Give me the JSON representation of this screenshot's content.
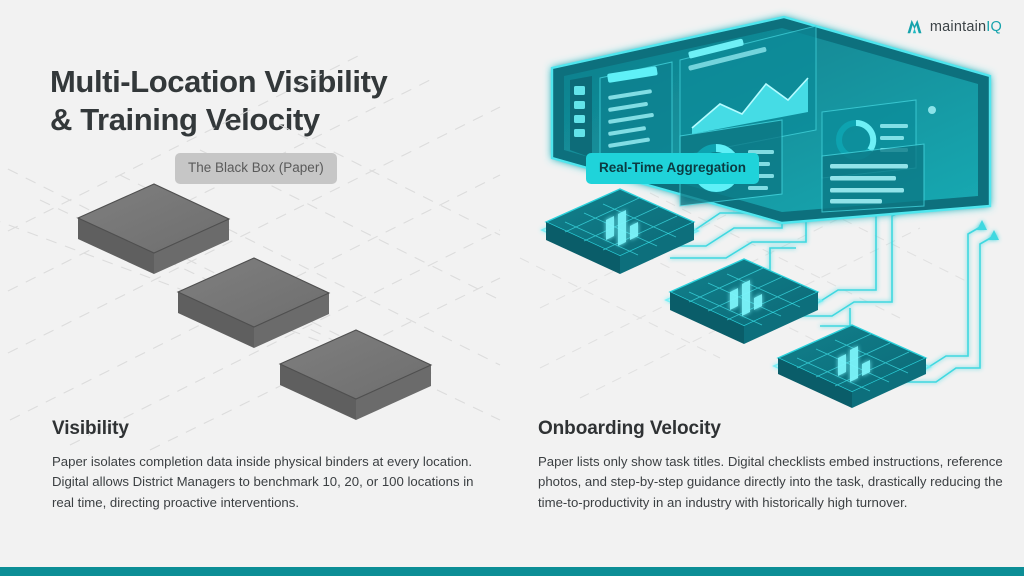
{
  "brand": {
    "mark_icon": "maintainiq-m-logo-icon",
    "name_part1": "maintain",
    "name_part2": "IQ",
    "teal": "#16a3ac",
    "dark": "#3c4347"
  },
  "slide": {
    "background": "#f2f2f2",
    "title_line1": "Multi-Location Visibility",
    "title_line2": "& Training Velocity",
    "footer_color": "#0d8e96"
  },
  "left": {
    "badge": "The Black Box (Paper)",
    "badge_bg": "#c6c6c6",
    "badge_text_color": "#5a5a5a",
    "illustration": "three-isolated-paper-binder-slabs-on-isometric-grid",
    "slab_color": "#767676",
    "heading": "Visibility",
    "body": "Paper isolates completion data inside physical binders at every location. Digital allows District Managers to benchmark 10, 20, or 100 locations in real time, directing proactive interventions."
  },
  "right": {
    "badge": "Real-Time Aggregation",
    "badge_bg": "#1fd3da",
    "badge_text_color": "#0b3b42",
    "illustration": "three-connected-digital-location-nodes-streaming-into-isometric-dashboard",
    "node_color": "#11808c",
    "glow_color": "#2ff0f5",
    "heading": "Onboarding Velocity",
    "body": "Paper lists only show task titles. Digital checklists embed instructions, reference photos, and step-by-step guidance directly into the task, drastically reducing the time-to-productivity in an industry with historically high turnover."
  }
}
